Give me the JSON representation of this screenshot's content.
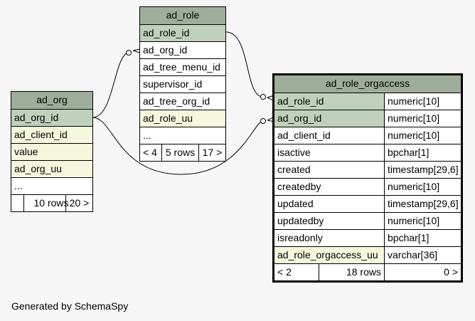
{
  "tables": {
    "ad_org": {
      "name": "ad_org",
      "rows": [
        {
          "label": "ad_org_id",
          "kind": "pk"
        },
        {
          "label": "ad_client_id",
          "kind": "fk"
        },
        {
          "label": "value",
          "kind": "fk"
        },
        {
          "label": "ad_org_uu",
          "kind": "fk"
        },
        {
          "label": "...",
          "kind": "plain"
        }
      ],
      "footer": {
        "rows": "10 rows",
        "next": "20 >"
      }
    },
    "ad_role": {
      "name": "ad_role",
      "rows": [
        {
          "label": "ad_role_id",
          "kind": "pk"
        },
        {
          "label": "ad_org_id",
          "kind": "plain"
        },
        {
          "label": "ad_tree_menu_id",
          "kind": "plain"
        },
        {
          "label": "supervisor_id",
          "kind": "plain"
        },
        {
          "label": "ad_tree_org_id",
          "kind": "plain"
        },
        {
          "label": "ad_role_uu",
          "kind": "fk"
        },
        {
          "label": "...",
          "kind": "plain"
        }
      ],
      "footer": {
        "prev": "< 4",
        "rows": "5 rows",
        "next": "17 >"
      }
    },
    "ad_role_orgaccess": {
      "name": "ad_role_orgaccess",
      "columns": [
        {
          "label": "ad_role_id",
          "type": "numeric[10]",
          "kind": "pk"
        },
        {
          "label": "ad_org_id",
          "type": "numeric[10]",
          "kind": "pk"
        },
        {
          "label": "ad_client_id",
          "type": "numeric[10]",
          "kind": "plain"
        },
        {
          "label": "isactive",
          "type": "bpchar[1]",
          "kind": "plain"
        },
        {
          "label": "created",
          "type": "timestamp[29,6]",
          "kind": "plain"
        },
        {
          "label": "createdby",
          "type": "numeric[10]",
          "kind": "plain"
        },
        {
          "label": "updated",
          "type": "timestamp[29,6]",
          "kind": "plain"
        },
        {
          "label": "updatedby",
          "type": "numeric[10]",
          "kind": "plain"
        },
        {
          "label": "isreadonly",
          "type": "bpchar[1]",
          "kind": "plain"
        },
        {
          "label": "ad_role_orgaccess_uu",
          "type": "varchar[36]",
          "kind": "fk"
        }
      ],
      "footer": {
        "prev": "< 2",
        "rows": "18 rows",
        "next": "0 >"
      }
    }
  },
  "colors": {
    "header": "#9fae9b",
    "primary_key": "#bfd1ba",
    "unique": "#f5f8dd",
    "background": "#f7f7f7"
  },
  "generated_by": "Generated by SchemaSpy"
}
